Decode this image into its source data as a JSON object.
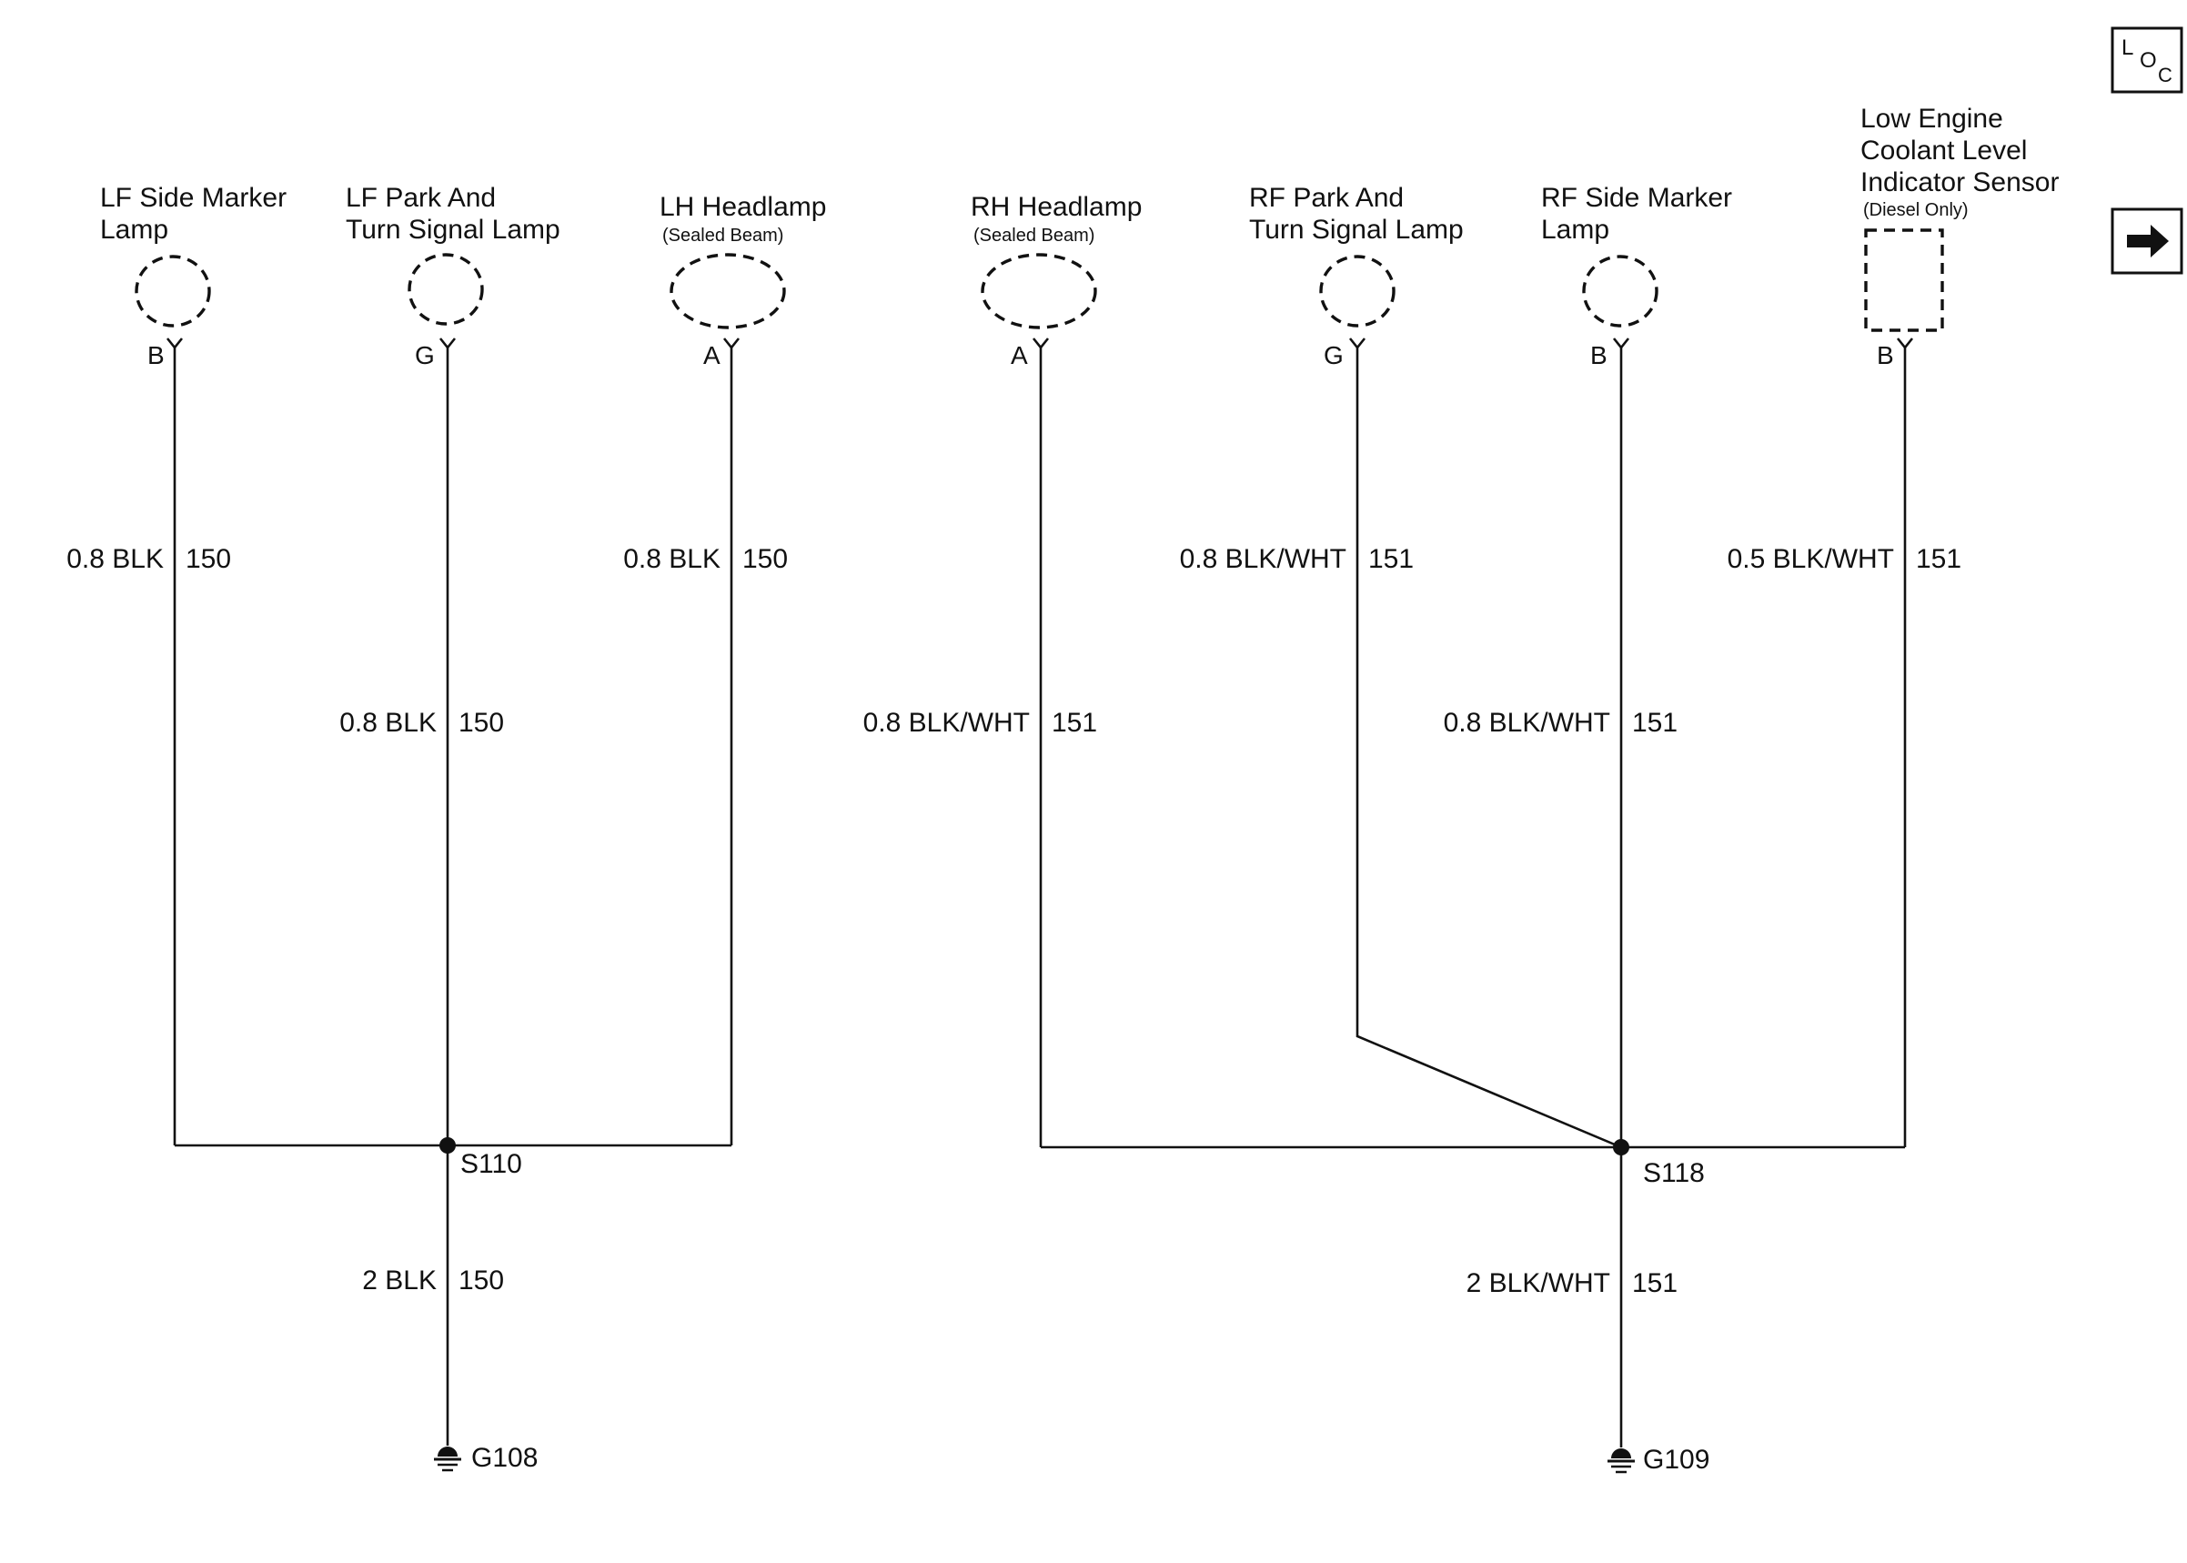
{
  "components": {
    "lf_side_marker": {
      "line1": "LF Side Marker",
      "line2": "Lamp",
      "pin": "B"
    },
    "lf_park_turn": {
      "line1": "LF Park And",
      "line2": "Turn Signal Lamp",
      "pin": "G"
    },
    "lh_headlamp": {
      "line1": "LH Headlamp",
      "note": "(Sealed Beam)",
      "pin": "A"
    },
    "rh_headlamp": {
      "line1": "RH Headlamp",
      "note": "(Sealed Beam)",
      "pin": "A"
    },
    "rf_park_turn": {
      "line1": "RF Park And",
      "line2": "Turn Signal Lamp",
      "pin": "G"
    },
    "rf_side_marker": {
      "line1": "RF Side Marker",
      "line2": "Lamp",
      "pin": "B"
    },
    "coolant_sensor": {
      "line1": "Low Engine",
      "line2": "Coolant Level",
      "line3": "Indicator Sensor",
      "note": "(Diesel Only)",
      "pin": "B"
    }
  },
  "wires": {
    "lf_side_marker": {
      "spec": "0.8 BLK",
      "circuit": "150"
    },
    "lf_park_turn": {
      "spec": "0.8 BLK",
      "circuit": "150"
    },
    "lh_headlamp": {
      "spec": "0.8 BLK",
      "circuit": "150"
    },
    "rh_headlamp": {
      "spec": "0.8 BLK/WHT",
      "circuit": "151"
    },
    "rf_park_turn": {
      "spec": "0.8 BLK/WHT",
      "circuit": "151"
    },
    "rf_side_marker": {
      "spec": "0.8 BLK/WHT",
      "circuit": "151"
    },
    "coolant_sensor": {
      "spec": "0.5 BLK/WHT",
      "circuit": "151"
    },
    "ground_left": {
      "spec": "2 BLK",
      "circuit": "150"
    },
    "ground_right": {
      "spec": "2 BLK/WHT",
      "circuit": "151"
    }
  },
  "splices": {
    "left": "S110",
    "right": "S118"
  },
  "grounds": {
    "left": "G108",
    "right": "G109"
  },
  "nav": {
    "loc_icon": {
      "l": "L",
      "o": "O",
      "c": "C"
    },
    "next_icon": "arrow-right-icon"
  }
}
